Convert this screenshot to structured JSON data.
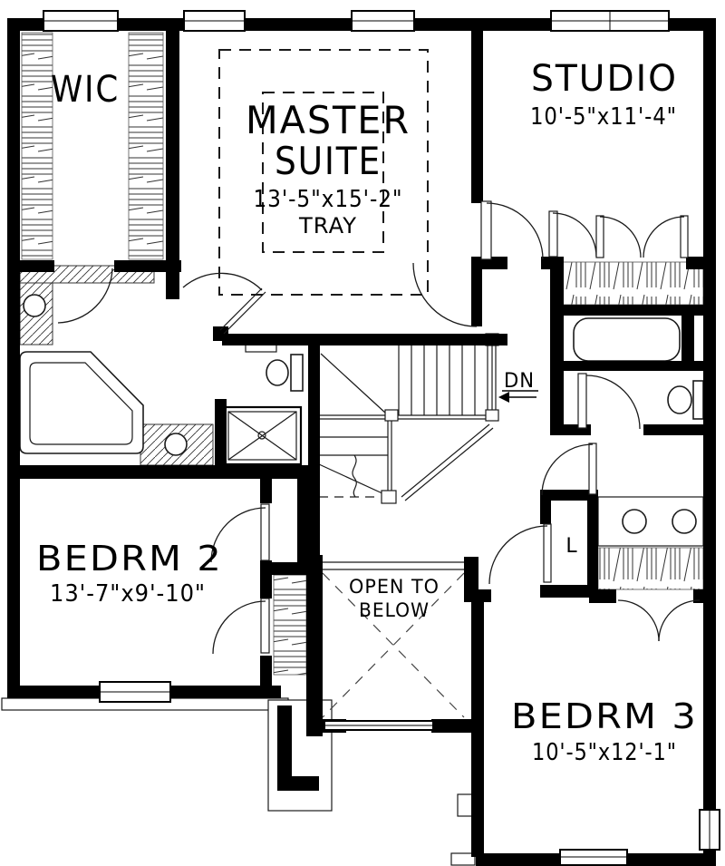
{
  "plan": {
    "rooms": {
      "wic": {
        "name": "WIC"
      },
      "master": {
        "name_line1": "MASTER",
        "name_line2": "SUITE",
        "dims": "13'-5\"x15'-2\"",
        "ceiling": "TRAY"
      },
      "studio": {
        "name": "STUDIO",
        "dims": "10'-5\"x11'-4\""
      },
      "bedrm2": {
        "name": "BEDRM 2",
        "dims": "13'-7\"x9'-10\""
      },
      "bedrm3": {
        "name": "BEDRM 3",
        "dims": "10'-5\"x12'-1\""
      },
      "open_below": {
        "line1": "OPEN TO",
        "line2": "BELOW"
      },
      "linen": {
        "label": "L"
      },
      "stairs": {
        "direction": "DN"
      }
    },
    "colors": {
      "wall": "#000000",
      "line": "#1a1a1a",
      "background": "#ffffff"
    }
  }
}
